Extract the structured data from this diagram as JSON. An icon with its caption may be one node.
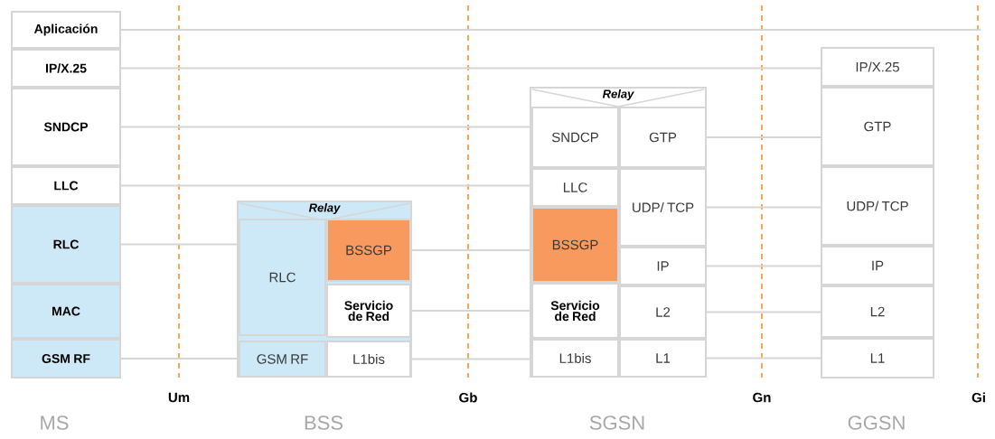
{
  "diagram": {
    "nodes": [
      {
        "text": [
          "Aplicación"
        ]
      },
      {
        "text": [
          "IP/X.25"
        ]
      },
      {
        "text": [
          "SNDCP"
        ]
      },
      {
        "text": [
          "LLC"
        ]
      },
      {
        "text": [
          "RLC"
        ]
      },
      {
        "text": [
          "MAC"
        ]
      },
      {
        "text": [
          "GSM RF"
        ]
      },
      {
        "text": [
          "Relay"
        ]
      },
      {
        "text": [
          "RLC"
        ],
        "in": 7
      },
      {
        "text": [
          "BSSGP"
        ],
        "in": 7
      },
      {
        "text": [
          "Servicio de Red"
        ],
        "in": 7
      },
      {
        "text": [
          "GSM RF"
        ],
        "in": 7
      },
      {
        "text": [
          "L1bis"
        ],
        "in": 7
      },
      {
        "text": [
          "Relay"
        ]
      },
      {
        "text": [
          "SNDCP"
        ],
        "in": 13
      },
      {
        "text": [
          "LLC"
        ],
        "in": 13
      },
      {
        "text": [
          "BSSGP"
        ],
        "in": 13
      },
      {
        "text": [
          "Servicio de Red"
        ],
        "in": 13
      },
      {
        "text": [
          "L1bis"
        ],
        "in": 13
      },
      {
        "text": [
          "GTP"
        ],
        "in": 13
      },
      {
        "text": [
          "UDP/ TCP"
        ],
        "in": 13
      },
      {
        "text": [
          "IP"
        ],
        "in": 13
      },
      {
        "text": [
          "L2"
        ],
        "in": 13
      },
      {
        "text": [
          "L1"
        ],
        "in": 13
      },
      {
        "text": [
          "IP/X.25"
        ]
      },
      {
        "text": [
          "GTP"
        ]
      },
      {
        "text": [
          "UDP/ TCP"
        ]
      },
      {
        "text": [
          "IP"
        ]
      },
      {
        "text": [
          "L2"
        ]
      },
      {
        "text": [
          "L1"
        ]
      }
    ],
    "edges": [
      {
        "from": 0,
        "to": null,
        "arrow": "none"
      },
      {
        "from": 1,
        "to": 24,
        "arrow": "none"
      },
      {
        "from": 2,
        "to": 14,
        "arrow": "none"
      },
      {
        "from": 19,
        "to": 25,
        "arrow": "none"
      },
      {
        "from": 3,
        "to": 15,
        "arrow": "none"
      },
      {
        "from": 20,
        "to": 26,
        "arrow": "none"
      },
      {
        "from": 4,
        "to": 8,
        "arrow": "none"
      },
      {
        "from": 9,
        "to": 16,
        "arrow": "none"
      },
      {
        "from": 21,
        "to": 27,
        "arrow": "none"
      },
      {
        "from": 10,
        "to": 17,
        "arrow": "none"
      },
      {
        "from": 22,
        "to": 28,
        "arrow": "none"
      },
      {
        "from": 6,
        "to": 11,
        "arrow": "none"
      },
      {
        "from": 12,
        "to": 18,
        "arrow": "none"
      },
      {
        "from": 23,
        "to": 29,
        "arrow": "none"
      }
    ],
    "labels": [
      "Um",
      "Gb",
      "Gn",
      "Gi",
      "MS",
      "BSS",
      "SGSN",
      "GGSN"
    ]
  }
}
